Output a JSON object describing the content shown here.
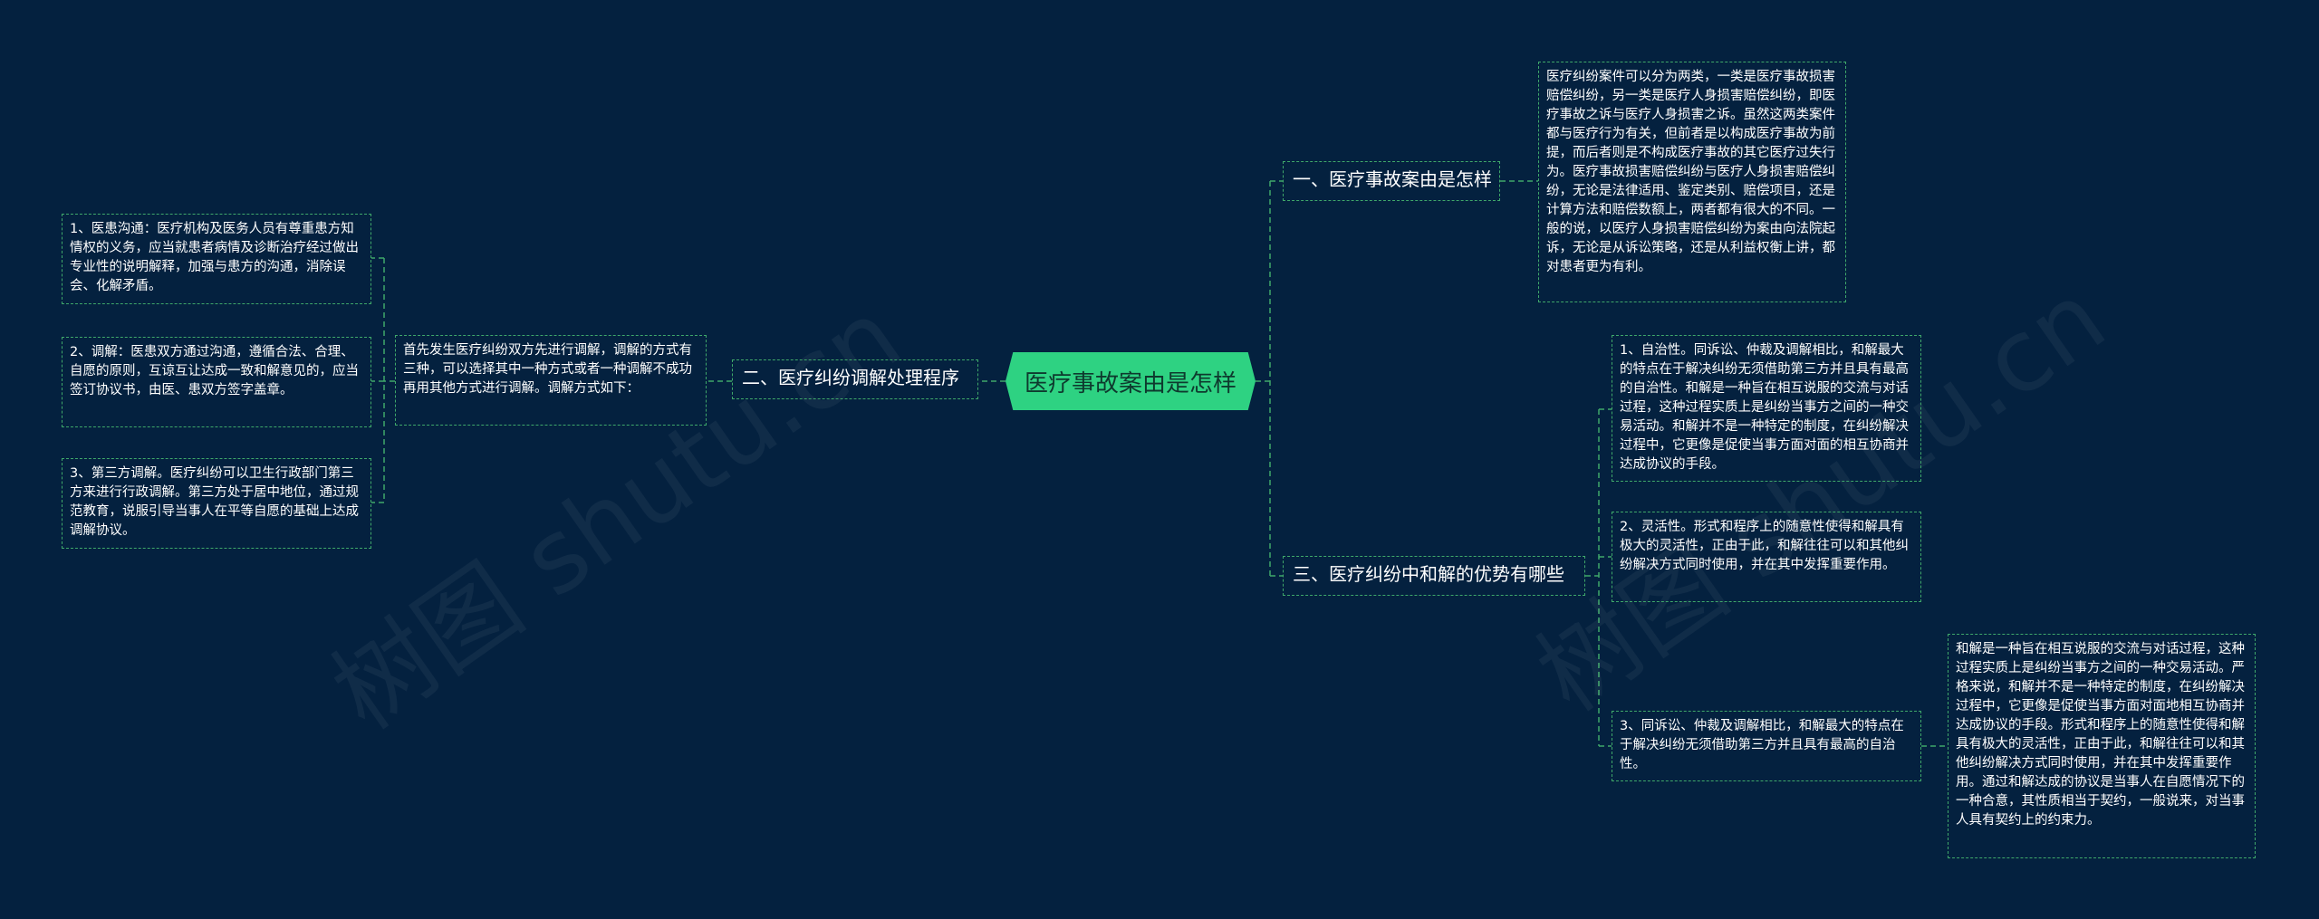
{
  "root": {
    "label": "医疗事故案由是怎样"
  },
  "branches": {
    "b1": {
      "label": "一、医疗事故案由是怎样"
    },
    "b2": {
      "label": "二、医疗纠纷调解处理程序"
    },
    "b3": {
      "label": "三、医疗纠纷中和解的优势有哪些"
    }
  },
  "leaves": {
    "b1_text": "医疗纠纷案件可以分为两类，一类是医疗事故损害赔偿纠纷，另一类是医疗人身损害赔偿纠纷，即医疗事故之诉与医疗人身损害之诉。虽然这两类案件都与医疗行为有关，但前者是以构成医疗事故为前提，而后者则是不构成医疗事故的其它医疗过失行为。医疗事故损害赔偿纠纷与医疗人身损害赔偿纠纷，无论是法律适用、鉴定类别、赔偿项目，还是计算方法和赔偿数额上，两者都有很大的不同。一般的说，以医疗人身损害赔偿纠纷为案由向法院起诉，无论是从诉讼策略，还是从利益权衡上讲，都对患者更为有利。",
    "b2_intro": "首先发生医疗纠纷双方先进行调解，调解的方式有三种，可以选择其中一种方式或者一种调解不成功再用其他方式进行调解。调解方式如下：",
    "b2_1": "1、医患沟通：医疗机构及医务人员有尊重患方知情权的义务，应当就患者病情及诊断治疗经过做出专业性的说明解释，加强与患方的沟通，消除误会、化解矛盾。",
    "b2_2": "2、调解：医患双方通过沟通，遵循合法、合理、自愿的原则，互谅互让达成一致和解意见的，应当签订协议书，由医、患双方签字盖章。",
    "b2_3": "3、第三方调解。医疗纠纷可以卫生行政部门第三方来进行行政调解。第三方处于居中地位，通过规范教育，说服引导当事人在平等自愿的基础上达成调解协议。",
    "b3_1": "1、自治性。同诉讼、仲裁及调解相比，和解最大的特点在于解决纠纷无须借助第三方并且具有最高的自治性。和解是一种旨在相互说服的交流与对话过程，这种过程实质上是纠纷当事方之间的一种交易活动。和解并不是一种特定的制度，在纠纷解决过程中，它更像是促使当事方面对面的相互协商并达成协议的手段。",
    "b3_2": "2、灵活性。形式和程序上的随意性使得和解具有极大的灵活性，正由于此，和解往往可以和其他纠纷解决方式同时使用，并在其中发挥重要作用。",
    "b3_3": "3、同诉讼、仲裁及调解相比，和解最大的特点在于解决纠纷无须借助第三方并且具有最高的自治性。",
    "b3_3_detail": "和解是一种旨在相互说服的交流与对话过程，这种过程实质上是纠纷当事方之间的一种交易活动。严格来说，和解并不是一种特定的制度，在纠纷解决过程中，它更像是促使当事方面对面地相互协商并达成协议的手段。形式和程序上的随意性使得和解具有极大的灵活性，正由于此，和解往往可以和其他纠纷解决方式同时使用，并在其中发挥重要作用。通过和解达成的协议是当事人在自愿情况下的一种合意，其性质相当于契约，一般说来，对当事人具有契约上的约束力。"
  },
  "colors": {
    "background": "#04213f",
    "root_fill": "#2ed282",
    "connector": "#3fa86a",
    "text": "#ffffff"
  }
}
